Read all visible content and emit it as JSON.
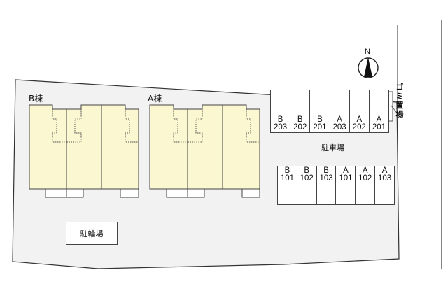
{
  "site_plan": {
    "buildings": [
      {
        "id": "building-b",
        "label": "B棟",
        "units": 3
      },
      {
        "id": "building-a",
        "label": "A棟",
        "units": 3
      }
    ],
    "parking_lot_label": "駐車場",
    "bicycle_parking_label": "駐輪場",
    "garbage_area_label": [
      "ゴ",
      "ミ",
      "置",
      "場"
    ],
    "compass": {
      "label": "N",
      "direction": "north-up"
    },
    "parking_upper": [
      {
        "building": "B",
        "unit": "203"
      },
      {
        "building": "B",
        "unit": "202"
      },
      {
        "building": "B",
        "unit": "201"
      },
      {
        "building": "A",
        "unit": "203"
      },
      {
        "building": "A",
        "unit": "202"
      },
      {
        "building": "A",
        "unit": "201"
      }
    ],
    "parking_lower": [
      {
        "building": "B",
        "unit": "101"
      },
      {
        "building": "B",
        "unit": "102"
      },
      {
        "building": "B",
        "unit": "103"
      },
      {
        "building": "A",
        "unit": "101"
      },
      {
        "building": "A",
        "unit": "102"
      },
      {
        "building": "A",
        "unit": "103"
      }
    ],
    "colors": {
      "lot_fill": "#f2f2f2",
      "building_fill": "#fbf7d0",
      "outline": "#333333",
      "parking_fill": "#ffffff"
    }
  }
}
